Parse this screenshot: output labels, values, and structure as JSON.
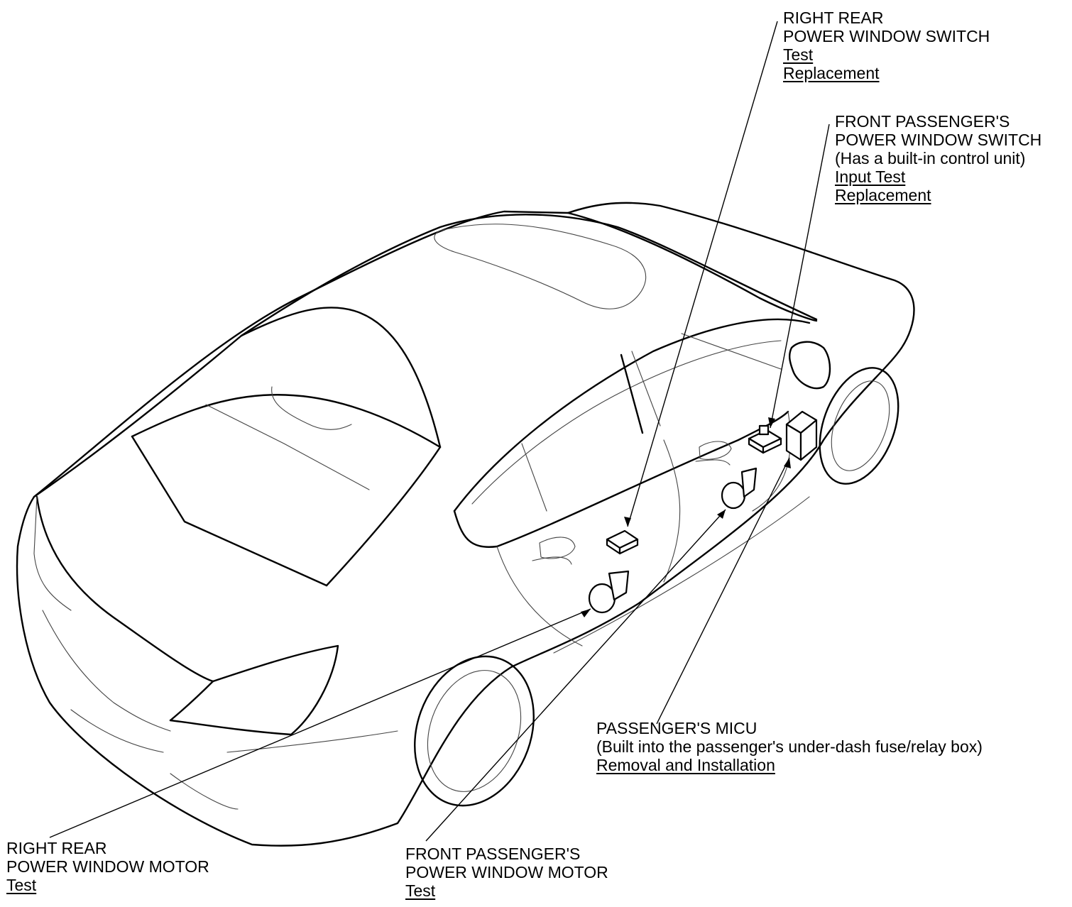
{
  "callouts": {
    "right_rear_switch": {
      "title": [
        "RIGHT REAR",
        "POWER WINDOW SWITCH"
      ],
      "links": [
        "Test",
        "Replacement"
      ]
    },
    "front_passenger_switch": {
      "title": [
        "FRONT PASSENGER'S",
        "POWER WINDOW SWITCH"
      ],
      "note": "(Has a built-in control unit)",
      "links": [
        "Input Test",
        "Replacement"
      ]
    },
    "passenger_micu": {
      "title": [
        "PASSENGER'S MICU"
      ],
      "note": "(Built into the passenger's under-dash fuse/relay box)",
      "links": [
        "Removal and Installation"
      ]
    },
    "right_rear_motor": {
      "title": [
        "RIGHT REAR",
        "POWER WINDOW MOTOR"
      ],
      "links": [
        "Test"
      ]
    },
    "front_passenger_motor": {
      "title": [
        "FRONT PASSENGER'S",
        "POWER WINDOW MOTOR"
      ],
      "links": [
        "Test"
      ]
    }
  },
  "colors": {
    "line": "#000000",
    "background": "#ffffff"
  }
}
